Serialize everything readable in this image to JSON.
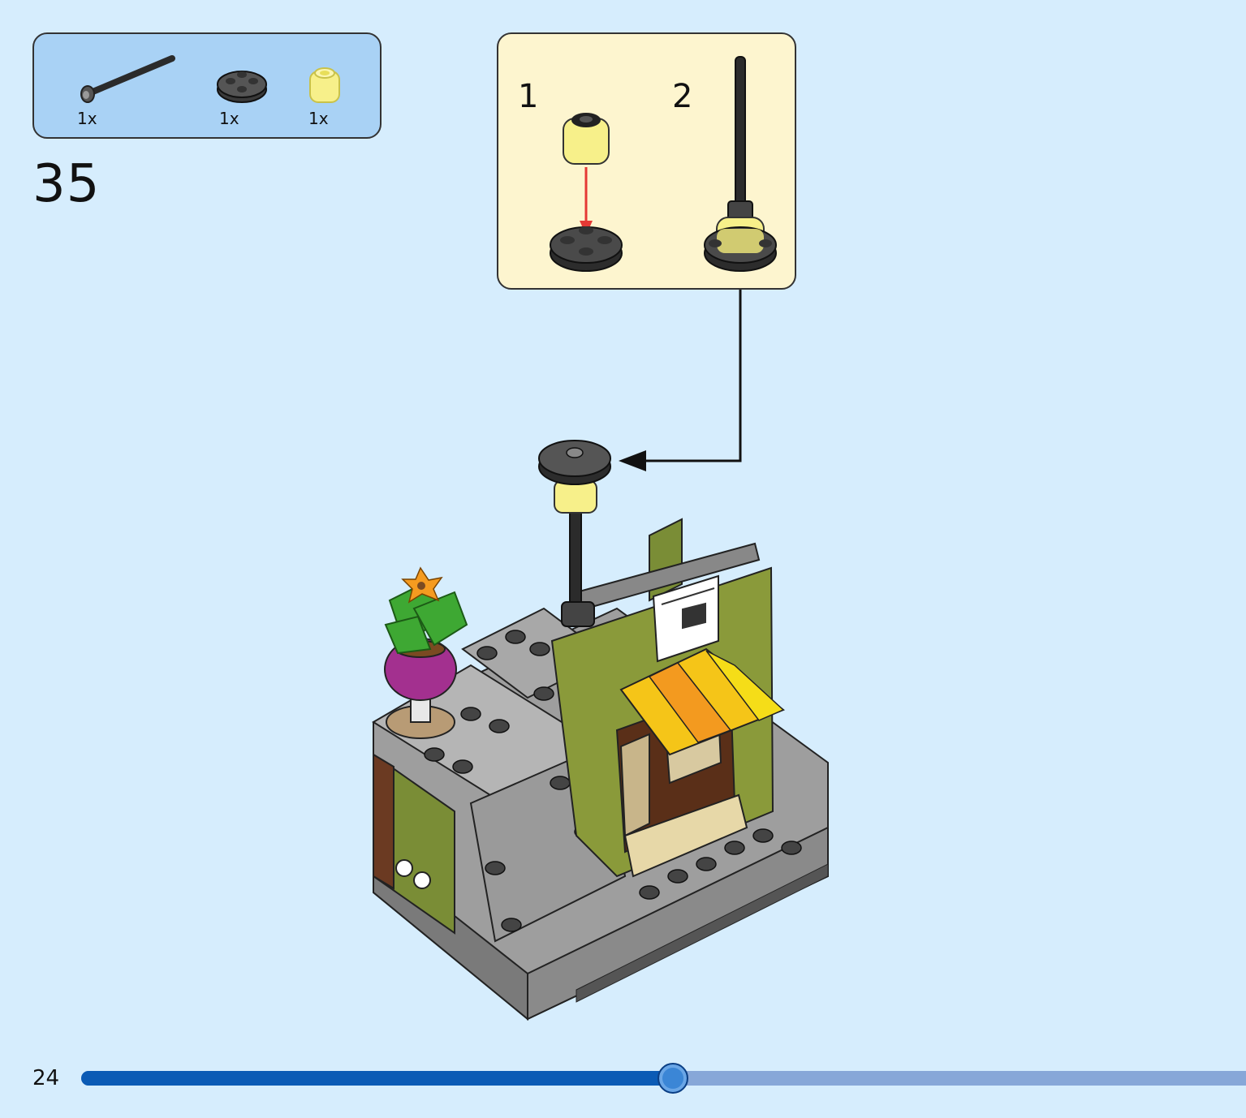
{
  "parts_list": {
    "items": [
      {
        "name": "lamp-post-bar-icon",
        "qty": "1x"
      },
      {
        "name": "round-plate-icon",
        "qty": "1x"
      },
      {
        "name": "transparent-yellow-brick-icon",
        "qty": "1x"
      }
    ]
  },
  "step": {
    "number": "35"
  },
  "sub_assembly": {
    "steps": [
      {
        "label": "1"
      },
      {
        "label": "2"
      }
    ]
  },
  "page": {
    "number": "24"
  },
  "progress": {
    "fraction": 0.508
  },
  "colors": {
    "background": "#d6edfd",
    "parts_box": "#a9d2f5",
    "sub_box": "#fdf5cf",
    "progress_fill": "#0b5bb5",
    "progress_track": "#87a7d8",
    "arrow": "#e53935"
  }
}
